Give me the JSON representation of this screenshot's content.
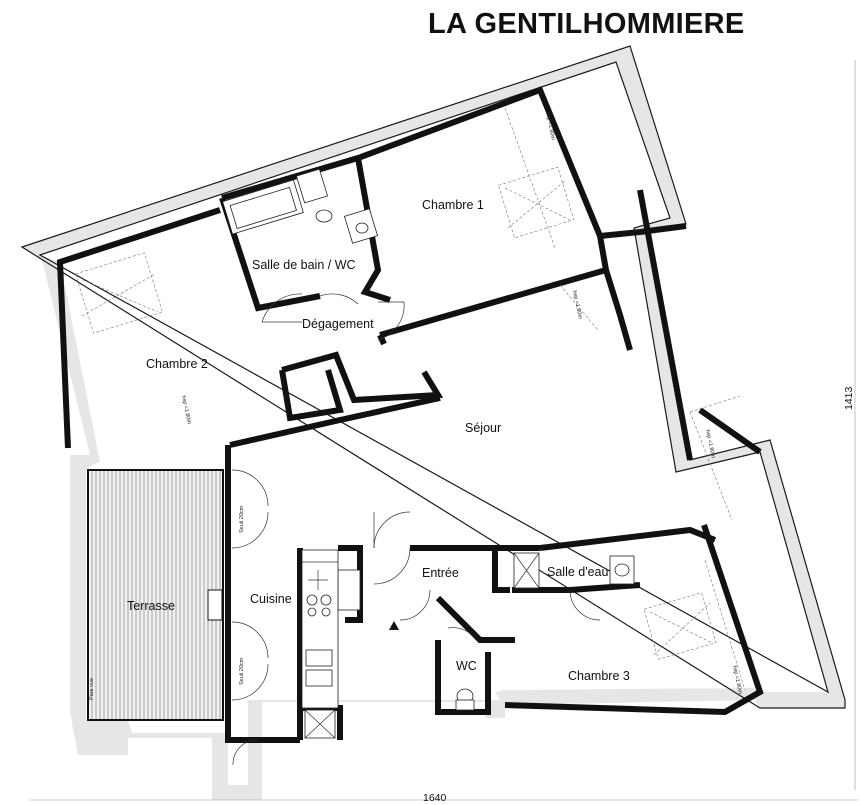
{
  "title": "LA GENTILHOMMIERE",
  "rooms": {
    "chambre1": "Chambre 1",
    "salle_de_bain": "Salle de bain / WC",
    "degagement": "Dégagement",
    "chambre2": "Chambre 2",
    "sejour": "Séjour",
    "terrasse": "Terrasse",
    "cuisine": "Cuisine",
    "entree": "Entrée",
    "salle_eau": "Salle d'eau",
    "wc": "WC",
    "chambre3": "Chambre 3"
  },
  "dimensions": {
    "width": "1640",
    "height": "1413"
  },
  "annotations": {
    "hsp_chambre1": "hsp <1.80m",
    "hsp_sejour_top": "hsp <1.80m",
    "hsp_sejour": "hsp <1.80m",
    "hsp_chambre2": "hsp <1.80m",
    "hsp_chambre3": "hsp <1.80m",
    "seuil_top": "Seuil 20cm",
    "seuil_bottom": "Seuil 20cm",
    "pare_vue": "Pare vue"
  },
  "colors": {
    "wall": "#111111",
    "outer_band": "#e6e6e6",
    "background": "#ffffff"
  }
}
